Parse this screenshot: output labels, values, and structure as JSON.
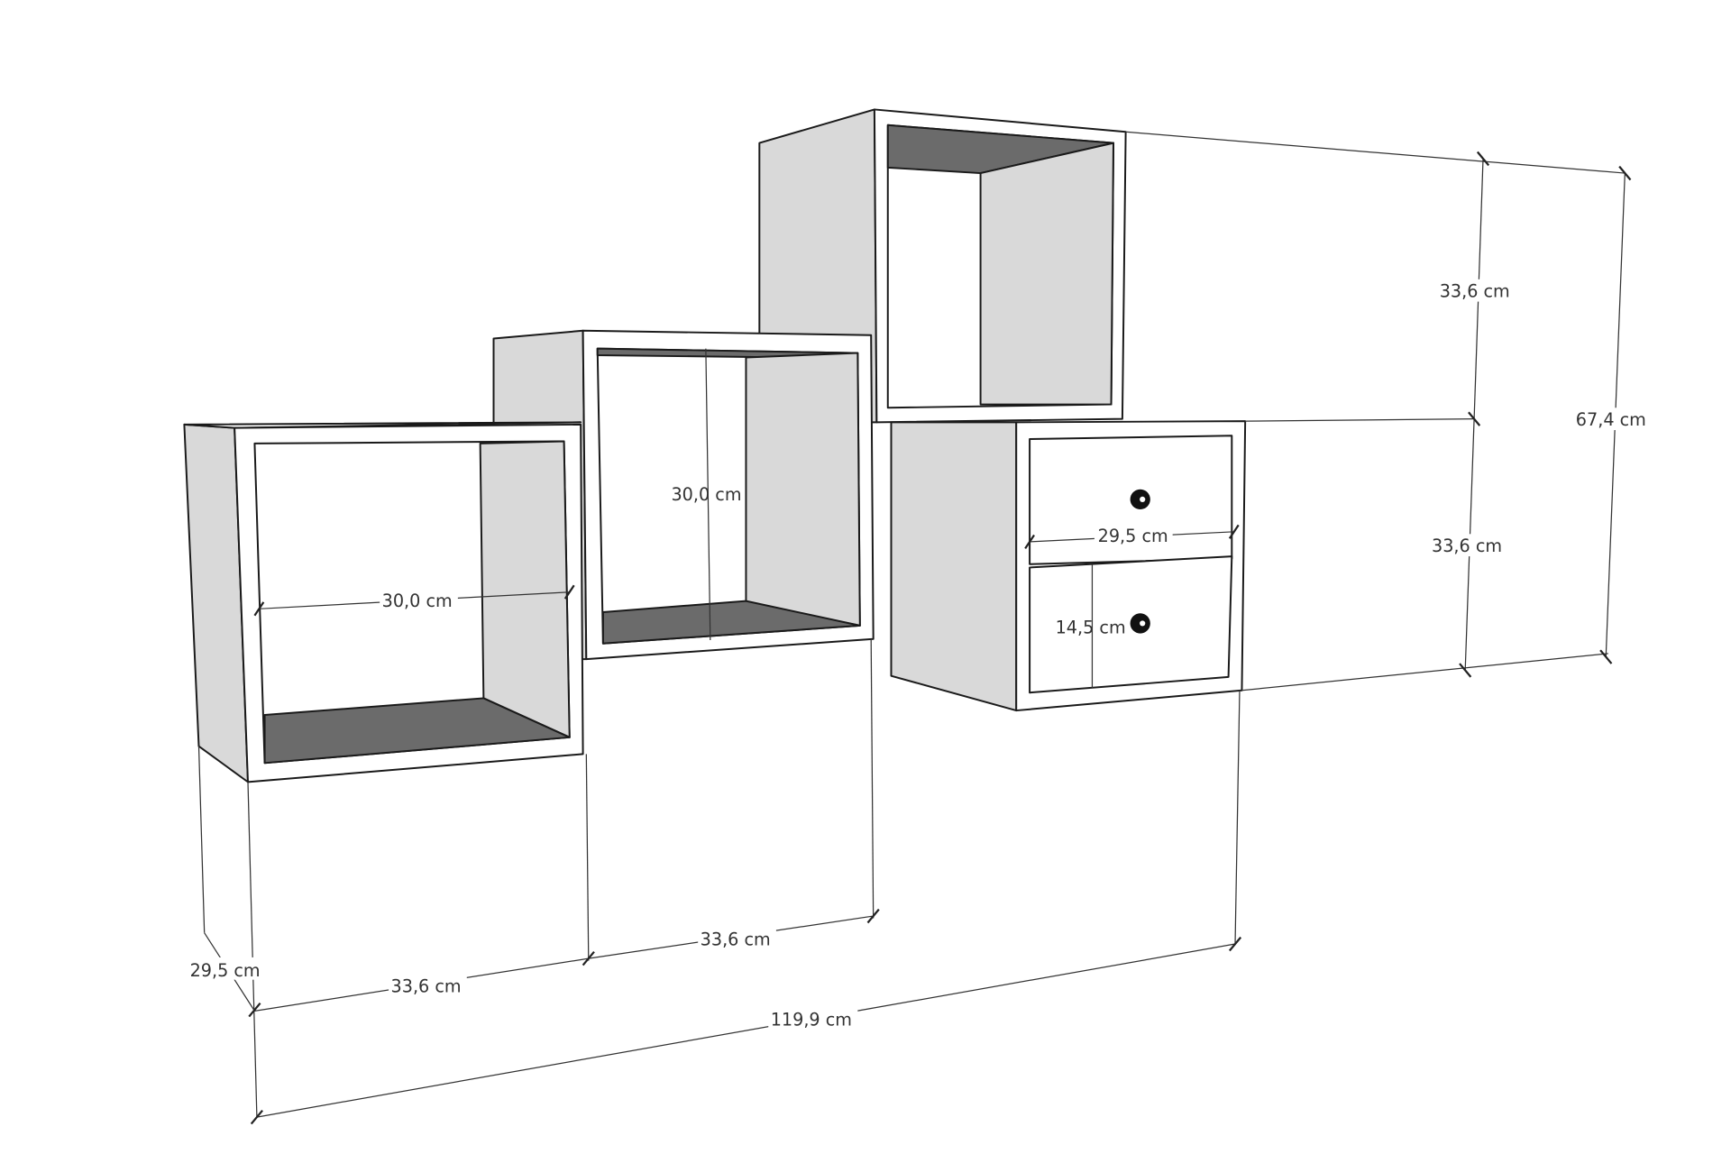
{
  "colors": {
    "panel_light": "#d9d9d9",
    "panel_dark": "#6b6b6b",
    "front": "#ffffff",
    "line": "#1a1a1a"
  },
  "dimensions": {
    "cube_depth": "29,5 cm",
    "cube1_width": "33,6 cm",
    "cube2_width": "33,6 cm",
    "total_width": "119,9 cm",
    "cube1_inner_width": "30,0 cm",
    "cube2_inner_height": "30,0 cm",
    "drawer_width": "29,5 cm",
    "drawer_height": "14,5 cm",
    "upper_height": "33,6 cm",
    "lower_height": "33,6 cm",
    "total_height": "67,4 cm"
  }
}
